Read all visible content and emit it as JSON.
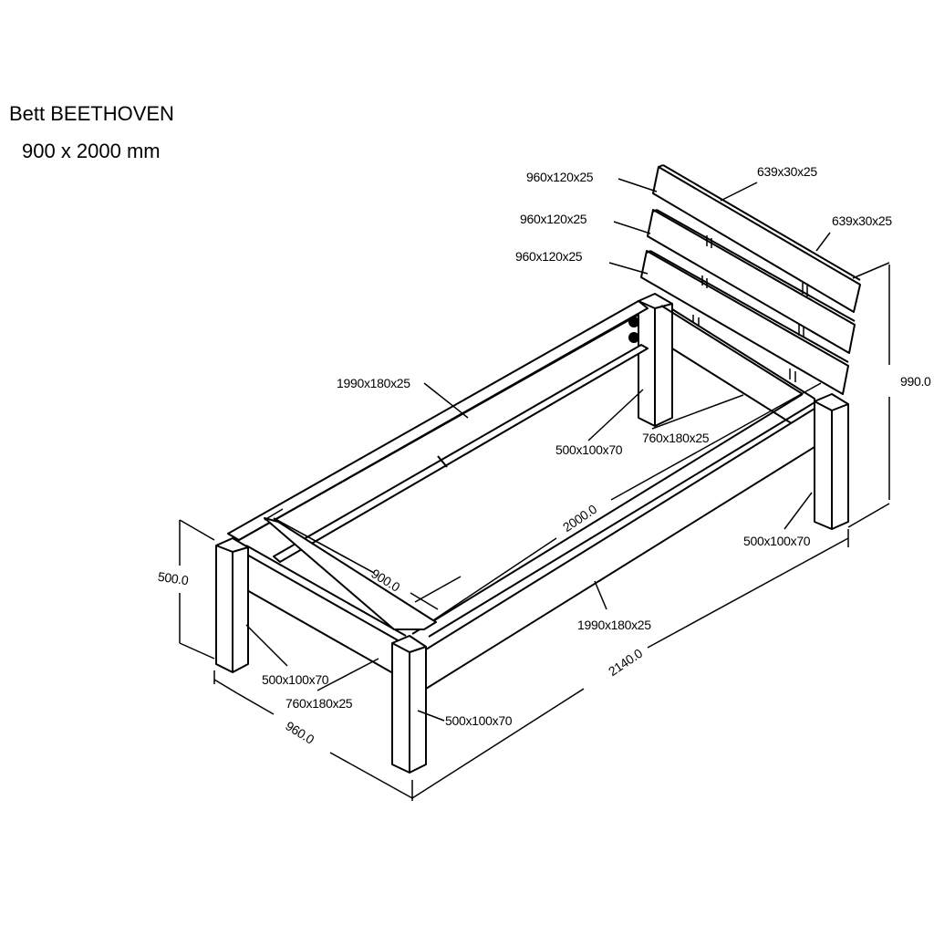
{
  "title": {
    "name": "Bett BEETHOVEN",
    "size": "900 x 2000 mm"
  },
  "parts": {
    "headboard_slat_1": "960x120x25",
    "headboard_slat_2": "960x120x25",
    "headboard_slat_3": "960x120x25",
    "slat_batten_1": "639x30x25",
    "slat_batten_2": "639x30x25",
    "side_rail_back": "1990x180x25",
    "side_rail_front": "1990x180x25",
    "post_back_left": "500x100x70",
    "post_back_right": "500x100x70",
    "post_front_left": "500x100x70",
    "post_front_right": "500x100x70",
    "head_rail": "760x180x25",
    "foot_rail": "760x180x25"
  },
  "dimensions": {
    "height_total": "990.0",
    "height_frame": "500.0",
    "width_outer": "960.0",
    "length_outer": "2140.0",
    "length_inner": "2000.0",
    "width_inner": "900.0"
  }
}
